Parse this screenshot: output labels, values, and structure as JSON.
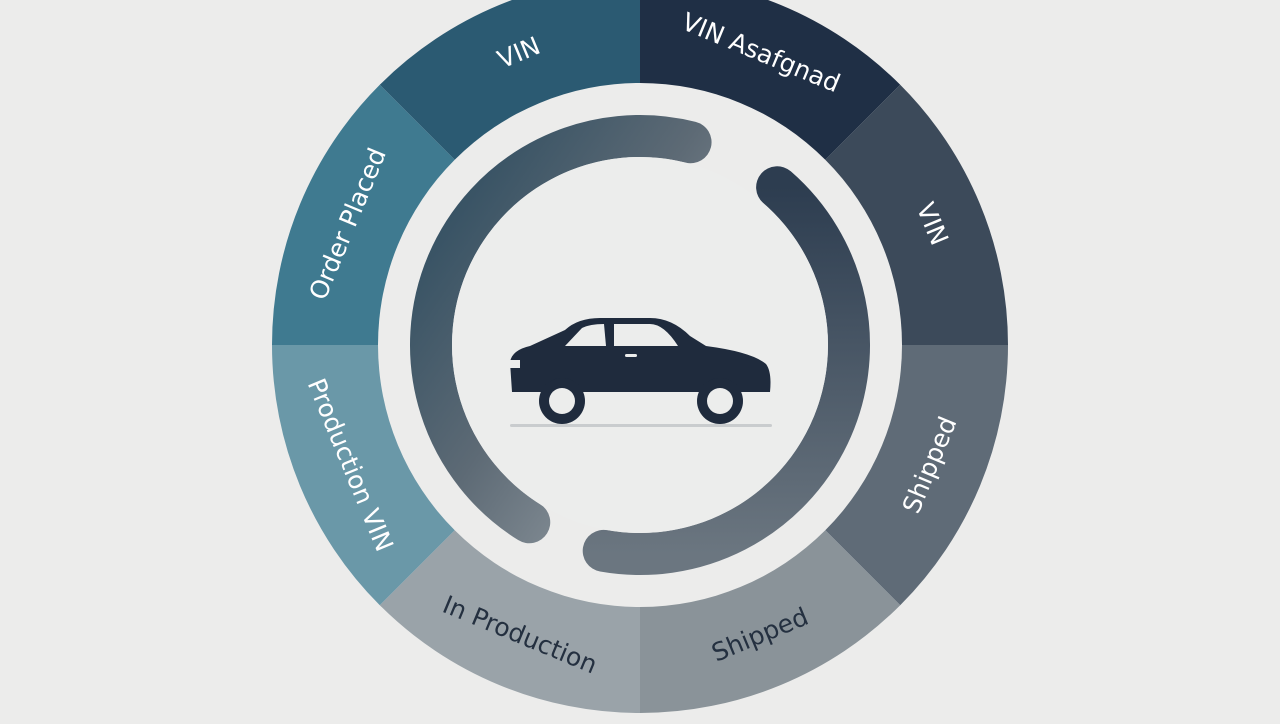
{
  "diagram": {
    "center_icon": "car-icon",
    "colors": {
      "background": "#ececeb",
      "inner_disc": "#ecedec",
      "dark_navy": "#1f2f45",
      "car": "#1f2b3d"
    },
    "segments": [
      {
        "label": "VIN",
        "color": "#2b5a72",
        "text_color": "#ffffff"
      },
      {
        "label": "VIN Asafgnad",
        "color": "#1f2f45",
        "text_color": "#ffffff"
      },
      {
        "label": "VIN",
        "color": "#3c4a5a",
        "text_color": "#ffffff"
      },
      {
        "label": "Shipped",
        "color": "#5f6b77",
        "text_color": "#ffffff"
      },
      {
        "label": "Shipped",
        "color": "#8a9399",
        "text_color": "#243040"
      },
      {
        "label": "In Production",
        "color": "#9aa3a9",
        "text_color": "#243040"
      },
      {
        "label": "Production VIN",
        "color": "#6a98a8",
        "text_color": "#ffffff"
      },
      {
        "label": "Order Placed",
        "color": "#3f7a90",
        "text_color": "#ffffff"
      }
    ]
  }
}
